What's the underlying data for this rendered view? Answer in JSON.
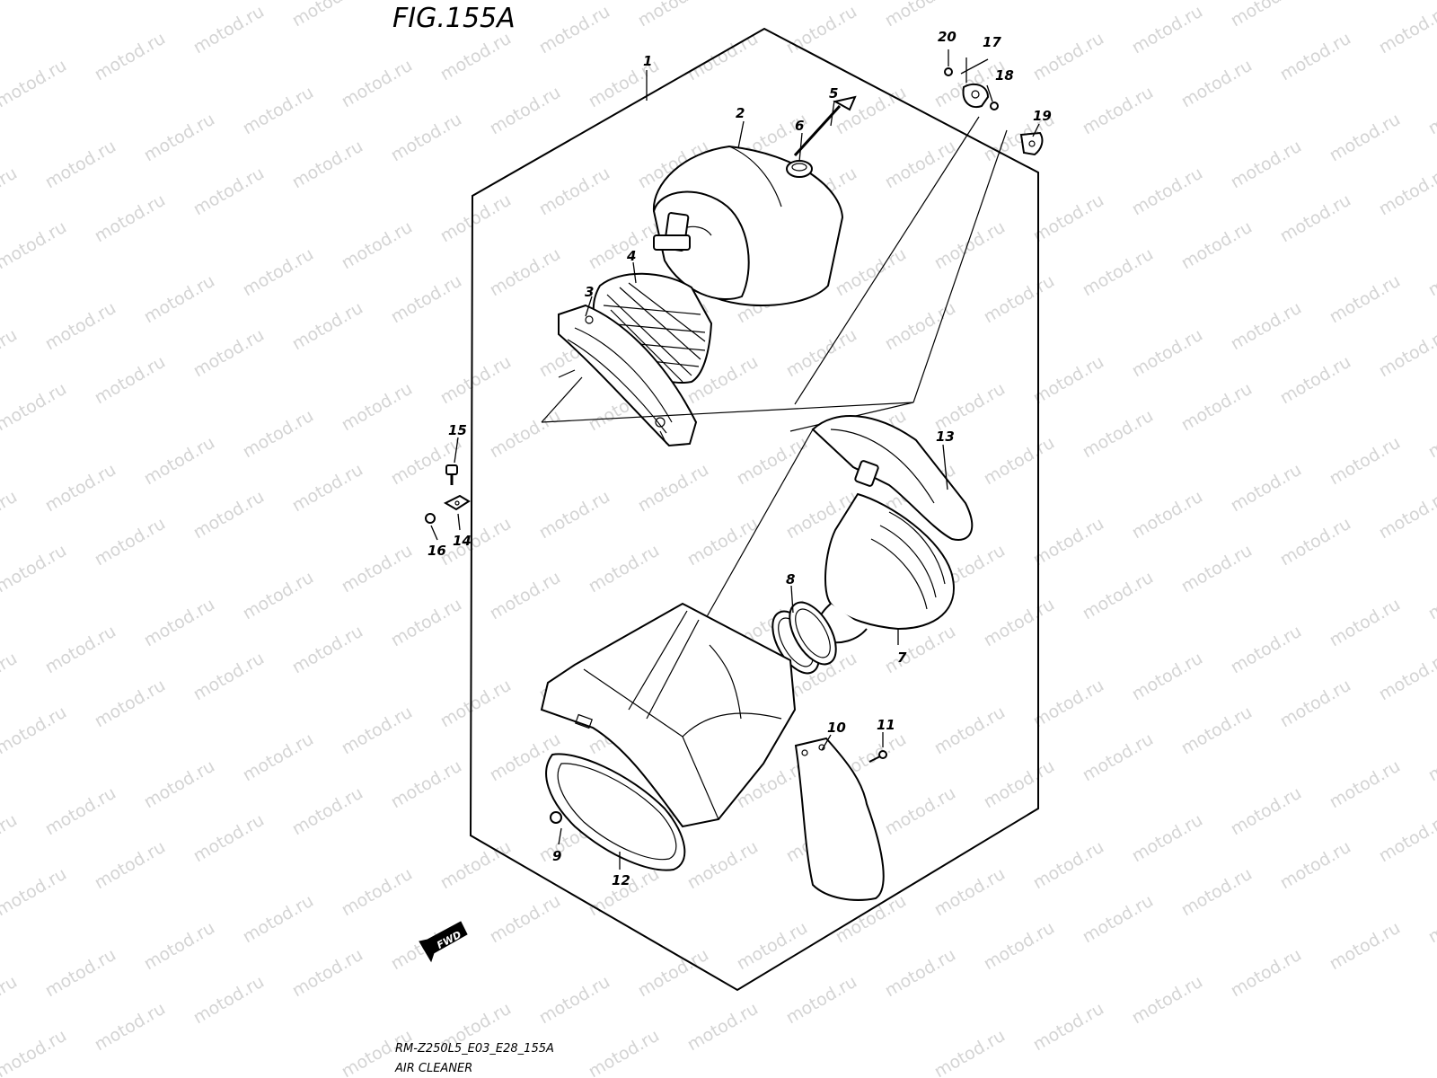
{
  "figure": {
    "title": "FIG.155A"
  },
  "caption": {
    "model_code": "RM-Z250L5_E03_E28_155A",
    "name": "AIR CLEANER"
  },
  "watermark": {
    "text": "motod.ru",
    "color": "#d4d4d4"
  },
  "fwd_arrow": {
    "label": "FWD"
  },
  "callouts": [
    {
      "id": "c1",
      "label": "1"
    },
    {
      "id": "c2",
      "label": "2"
    },
    {
      "id": "c3",
      "label": "3"
    },
    {
      "id": "c4",
      "label": "4"
    },
    {
      "id": "c5",
      "label": "5"
    },
    {
      "id": "c6",
      "label": "6"
    },
    {
      "id": "c7",
      "label": "7"
    },
    {
      "id": "c8",
      "label": "8"
    },
    {
      "id": "c9",
      "label": "9"
    },
    {
      "id": "c10",
      "label": "10"
    },
    {
      "id": "c11",
      "label": "11"
    },
    {
      "id": "c12",
      "label": "12"
    },
    {
      "id": "c13",
      "label": "13"
    },
    {
      "id": "c14",
      "label": "14"
    },
    {
      "id": "c15",
      "label": "15"
    },
    {
      "id": "c16",
      "label": "16"
    },
    {
      "id": "c17",
      "label": "17"
    },
    {
      "id": "c18",
      "label": "18"
    },
    {
      "id": "c19",
      "label": "19"
    },
    {
      "id": "c20",
      "label": "20"
    }
  ]
}
